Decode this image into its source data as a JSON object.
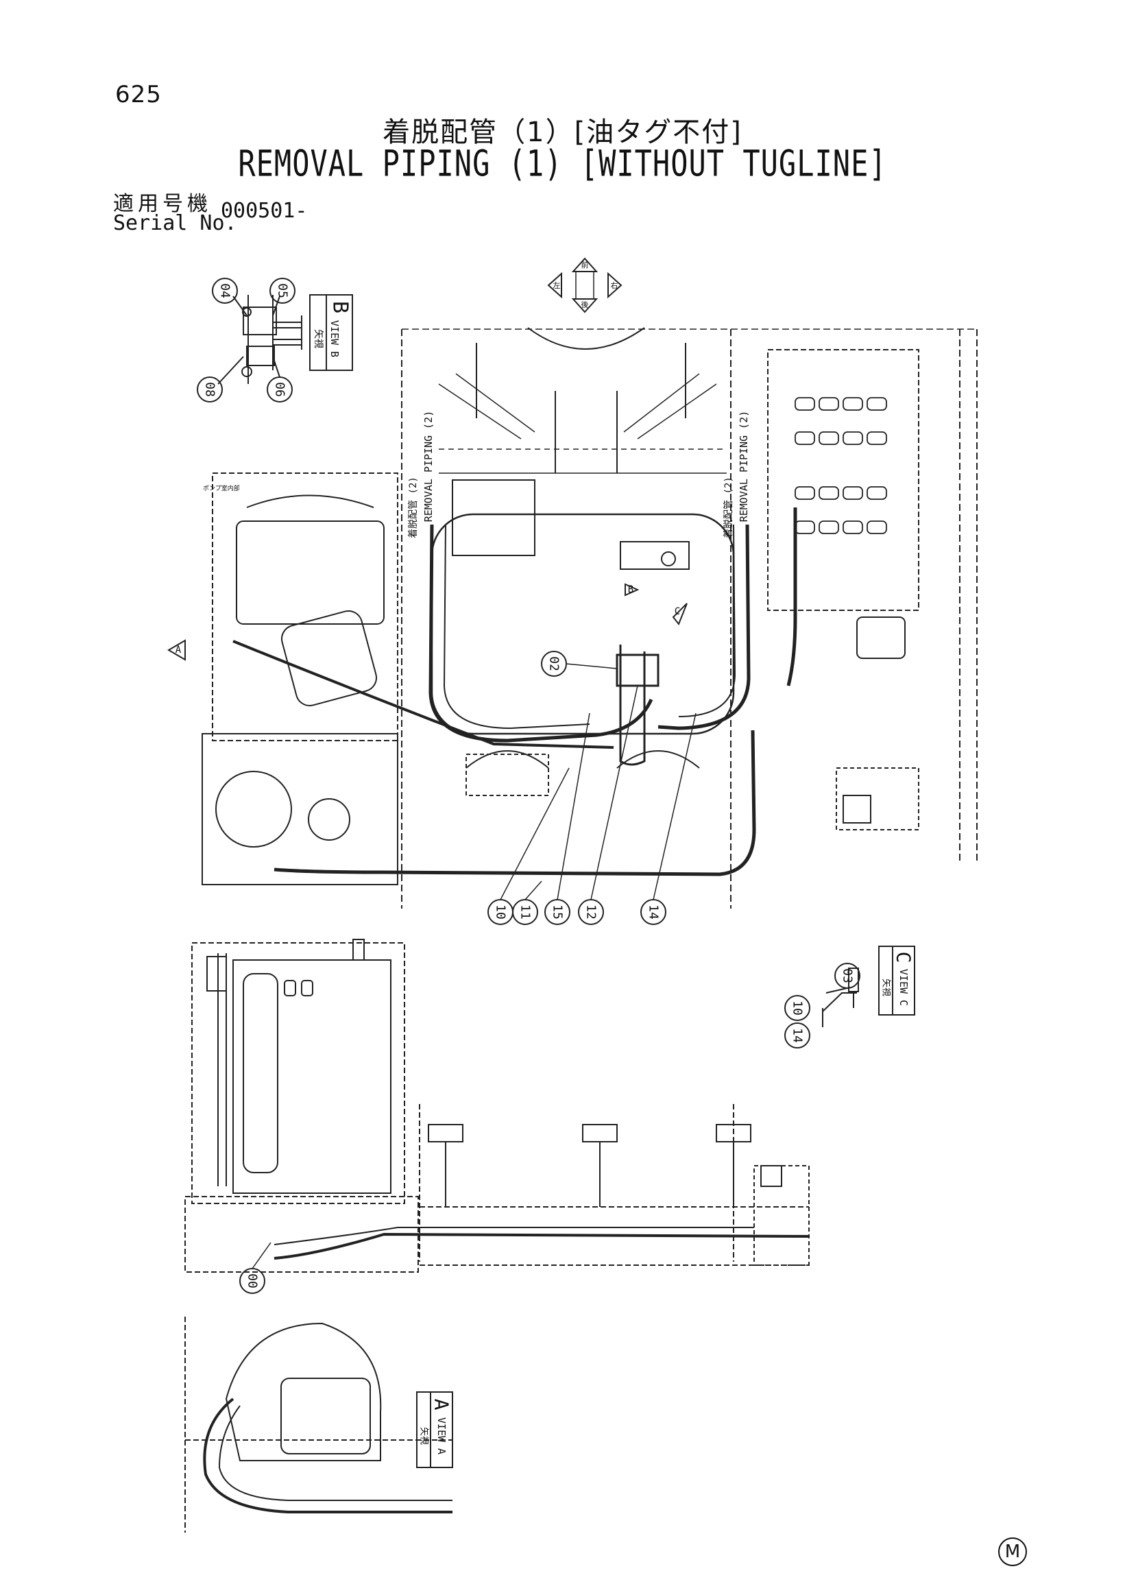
{
  "page": {
    "number": "625"
  },
  "title": {
    "jp": "着脱配管（1）[油タグ不付]",
    "en": "REMOVAL PIPING (1) [WITHOUT TUGLINE]"
  },
  "serial": {
    "label_jp": "適用号機",
    "label_en": "Serial No.",
    "value": "000501-"
  },
  "views": {
    "b": {
      "jp": "矢視",
      "label": "VIEW B"
    },
    "c": {
      "jp": "矢視",
      "label": "VIEW C"
    },
    "a": {
      "jp": "矢視",
      "label": "VIEW A"
    }
  },
  "removal_piping": {
    "jp": "着脱配管 (2)",
    "en": "REMOVAL PIPING (2)"
  },
  "pump_note": "ポンプ室内部",
  "callouts": [
    "04",
    "05",
    "08",
    "06",
    "02",
    "10",
    "11",
    "15",
    "12",
    "14",
    "03",
    "10",
    "14",
    "00"
  ],
  "view_letters": {
    "b": "B",
    "c": "C",
    "a": "A"
  },
  "compass": {
    "front": "前",
    "left": "左",
    "right": "右",
    "rear": "後"
  },
  "arrow_labels": {
    "a": "A",
    "b": "B",
    "c": "C"
  },
  "footer_mark": "M"
}
